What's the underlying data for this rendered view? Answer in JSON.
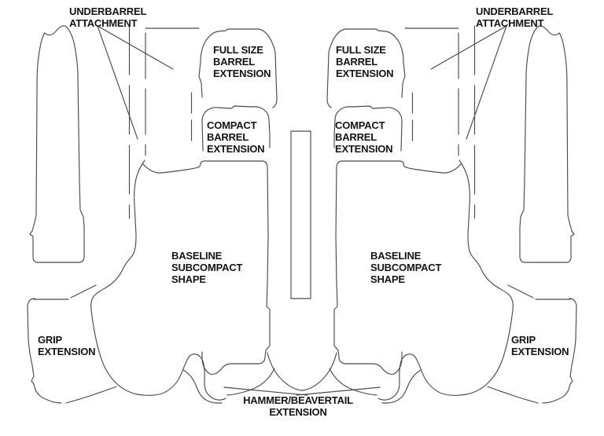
{
  "diagram": {
    "background_color": "#ffffff",
    "line_color": "#4b4b4b",
    "text_color": "#141414",
    "labels": {
      "underbarrel_left": [
        "UNDERBARREL",
        "ATTACHMENT"
      ],
      "underbarrel_right": [
        "UNDERBARREL",
        "ATTACHMENT"
      ],
      "full_size_left": [
        "FULL SIZE",
        "BARREL",
        "EXTENSION"
      ],
      "full_size_right": [
        "FULL SIZE",
        "BARREL",
        "EXTENSION"
      ],
      "compact_left": [
        "COMPACT",
        "BARREL",
        "EXTENSION"
      ],
      "compact_right": [
        "COMPACT",
        "BARREL",
        "EXTENSION"
      ],
      "baseline_left": [
        "BASELINE",
        "SUBCOMPACT",
        "SHAPE"
      ],
      "baseline_right": [
        "BASELINE",
        "SUBCOMPACT",
        "SHAPE"
      ],
      "grip_left": [
        "GRIP",
        "EXTENSION"
      ],
      "grip_right": [
        "GRIP",
        "EXTENSION"
      ],
      "hammer": [
        "HAMMER/BEAVERTAIL",
        "EXTENSION"
      ]
    }
  }
}
